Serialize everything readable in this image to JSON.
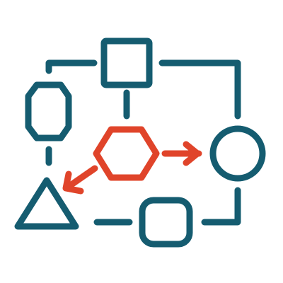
{
  "colors": {
    "primary": "#155C70",
    "accent": "#E0442A",
    "background": "#FFFFFF"
  },
  "diagram": {
    "type": "flowchart-icon",
    "nodes": [
      {
        "id": "square",
        "shape": "square",
        "color": "primary"
      },
      {
        "id": "octagon",
        "shape": "octagon",
        "color": "primary"
      },
      {
        "id": "hexagon",
        "shape": "hexagon",
        "color": "accent"
      },
      {
        "id": "circle",
        "shape": "circle",
        "color": "primary"
      },
      {
        "id": "triangle",
        "shape": "triangle",
        "color": "primary"
      },
      {
        "id": "rounded-square",
        "shape": "rounded-square",
        "color": "primary"
      }
    ],
    "edges": [
      {
        "from": "square",
        "to": "octagon",
        "style": "line",
        "color": "primary"
      },
      {
        "from": "square",
        "to": "circle",
        "style": "line",
        "color": "primary"
      },
      {
        "from": "square",
        "to": "hexagon",
        "style": "line",
        "color": "primary"
      },
      {
        "from": "octagon",
        "to": "triangle",
        "style": "line",
        "color": "primary"
      },
      {
        "from": "hexagon",
        "to": "circle",
        "style": "arrow",
        "color": "accent"
      },
      {
        "from": "hexagon",
        "to": "triangle",
        "style": "arrow",
        "color": "accent"
      },
      {
        "from": "triangle",
        "to": "rounded-square",
        "style": "line",
        "color": "primary"
      },
      {
        "from": "rounded-square",
        "to": "circle",
        "style": "line",
        "color": "primary"
      }
    ]
  }
}
